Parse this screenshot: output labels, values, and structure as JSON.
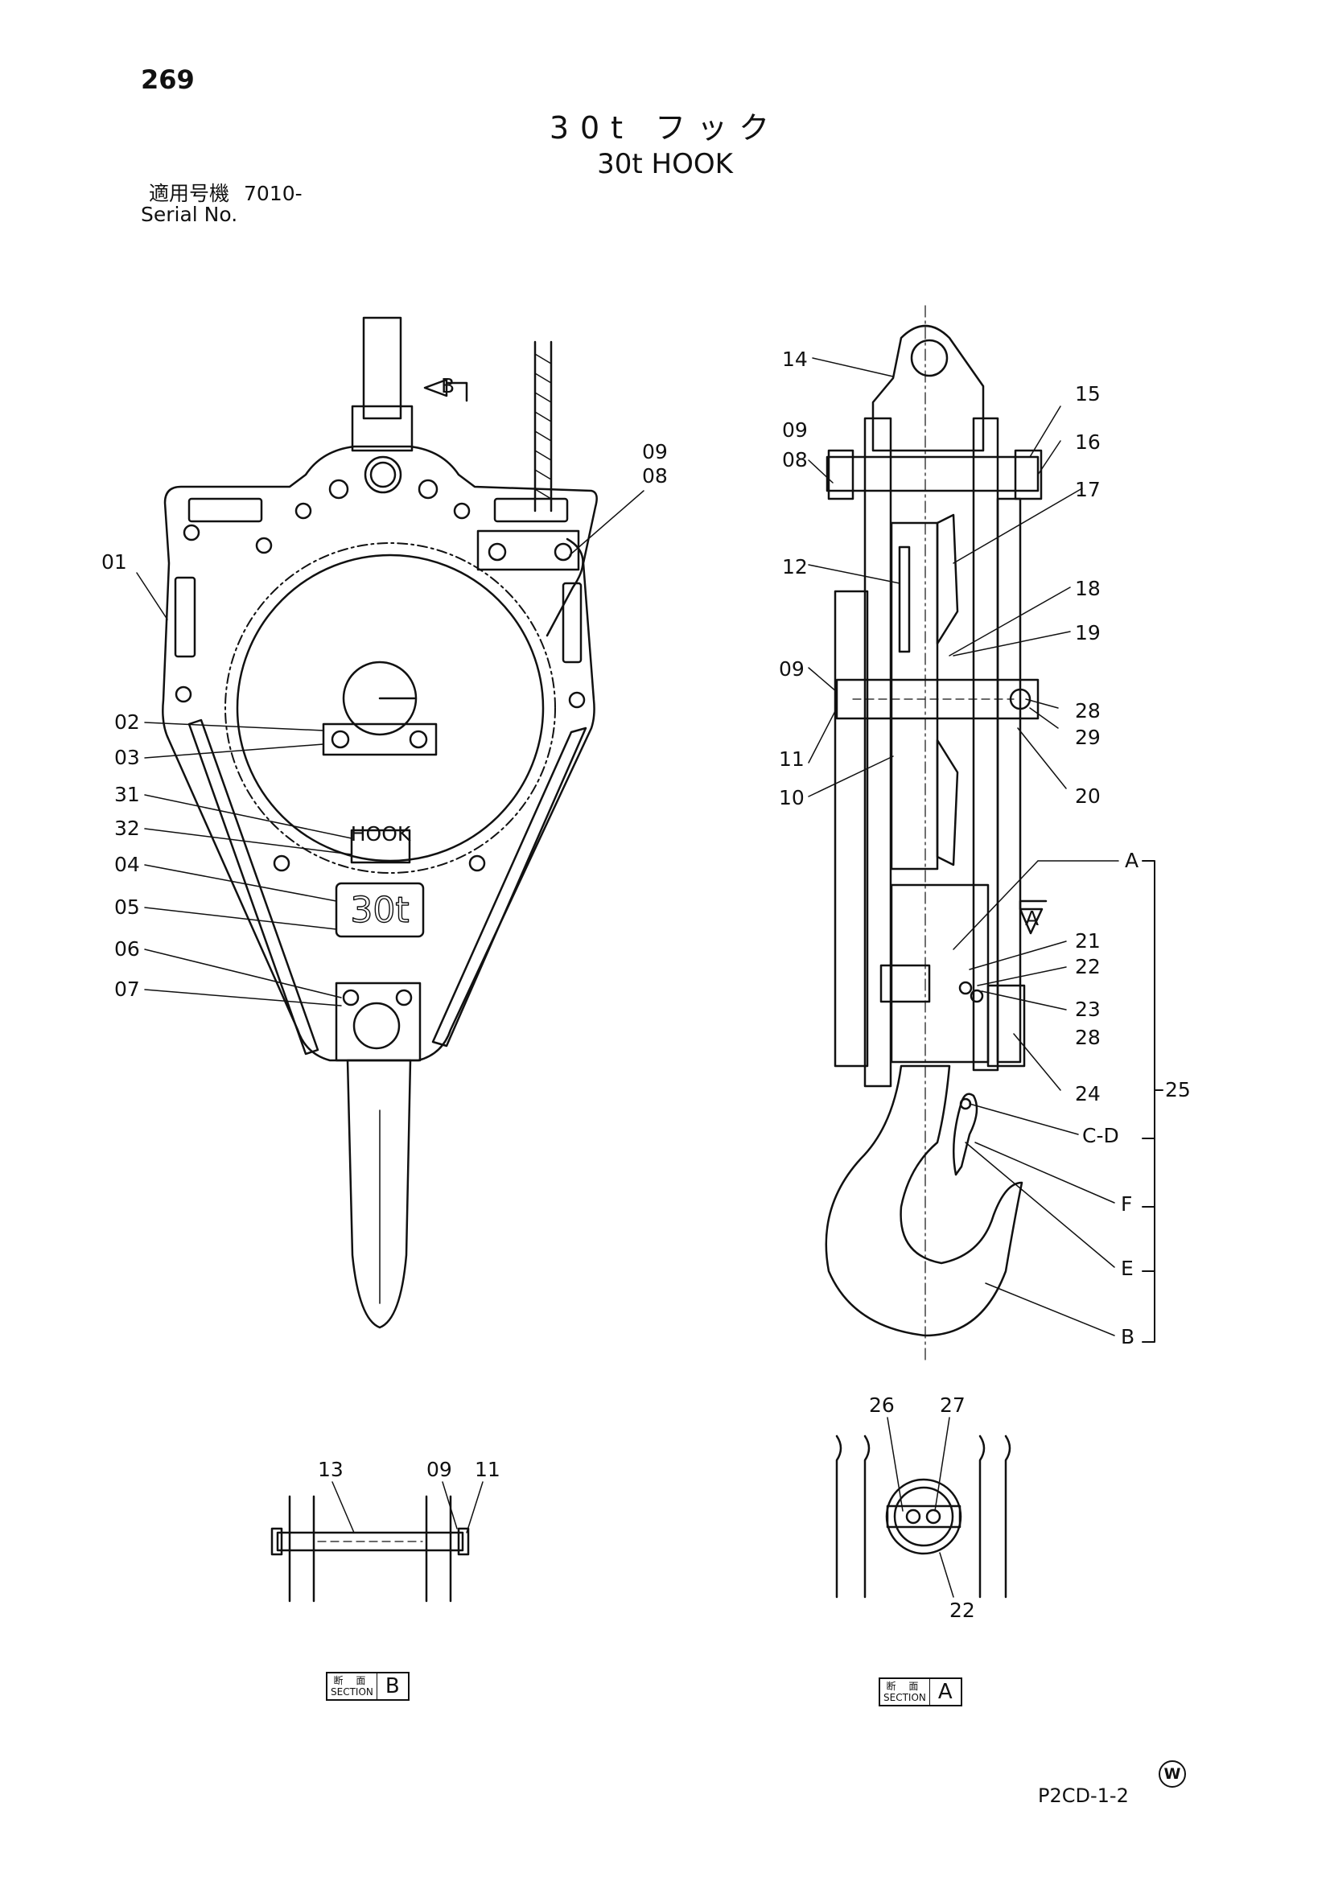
{
  "header": {
    "page_number": "269",
    "title_jp": "30t フック",
    "title_en": "30t HOOK",
    "serial_jp": "適用号機",
    "serial_value": "7010-",
    "serial_en": "Serial No."
  },
  "front_view": {
    "nameplate_text": "HOOK",
    "capacity_text": "30t",
    "labels": [
      "01",
      "02",
      "03",
      "31",
      "32",
      "04",
      "05",
      "06",
      "07",
      "09",
      "08"
    ]
  },
  "side_view": {
    "labels": [
      "14",
      "15",
      "16",
      "09",
      "08",
      "17",
      "12",
      "18",
      "19",
      "09",
      "11",
      "28",
      "29",
      "10",
      "20",
      "A",
      "21",
      "22",
      "23",
      "28",
      "24",
      "25",
      "C-D",
      "F",
      "E",
      "B"
    ],
    "section_marker_b": "B",
    "section_marker_a": "A"
  },
  "section_b": {
    "labels": [
      "13",
      "09",
      "11"
    ],
    "tag_jp": "断 面",
    "tag_en": "SECTION",
    "letter": "B"
  },
  "section_a": {
    "labels": [
      "26",
      "27",
      "22"
    ],
    "tag_jp": "断 面",
    "tag_en": "SECTION",
    "letter": "A"
  },
  "footer": {
    "symbol": "W",
    "code": "P2CD-1-2"
  }
}
